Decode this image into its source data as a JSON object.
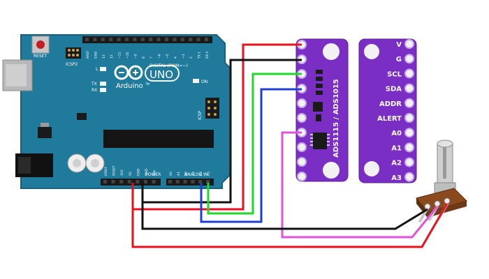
{
  "arduino": {
    "reset_label": "RESET",
    "icsp2_label": "ICSP2",
    "logo_word": "UNO",
    "brand": "Arduino",
    "tm": "TM",
    "digital_label": "DIGITAL (PWM=~)",
    "led_l": "L",
    "led_tx": "TX",
    "led_rx": "RX",
    "led_on": "ON",
    "icsp_label": "ICSP",
    "power_label": "POWER",
    "analog_label": "ANALOG IN",
    "top_pins": [
      "AREF",
      "GND",
      "13",
      "12",
      "~11",
      "~10",
      "~9",
      "8",
      "7",
      "~6",
      "~5",
      "4",
      "~3",
      "2",
      "TX 1",
      "RX 0"
    ],
    "power_pins": [
      "IOREF",
      "RESET",
      "3V3",
      "5V",
      "GND",
      "GND",
      "VIN"
    ],
    "analog_pins": [
      "A0",
      "A1",
      "A2",
      "A3",
      "A4",
      "A5"
    ]
  },
  "adc_module": {
    "label": "ADS1115 / ADS1015",
    "pins": [
      "V",
      "G",
      "SCL",
      "SDA",
      "ADDR",
      "ALERT",
      "A0",
      "A1",
      "A2",
      "A3"
    ]
  },
  "colors": {
    "board": "#1f7a9c",
    "board_dark": "#16617d",
    "module": "#7a2ec4",
    "wire_red": "#e8121e",
    "wire_black": "#111111",
    "wire_green": "#1fd82a",
    "wire_blue": "#1f3fd4",
    "wire_magenta": "#e052d8"
  },
  "components": {
    "potentiometer": "potentiometer"
  }
}
